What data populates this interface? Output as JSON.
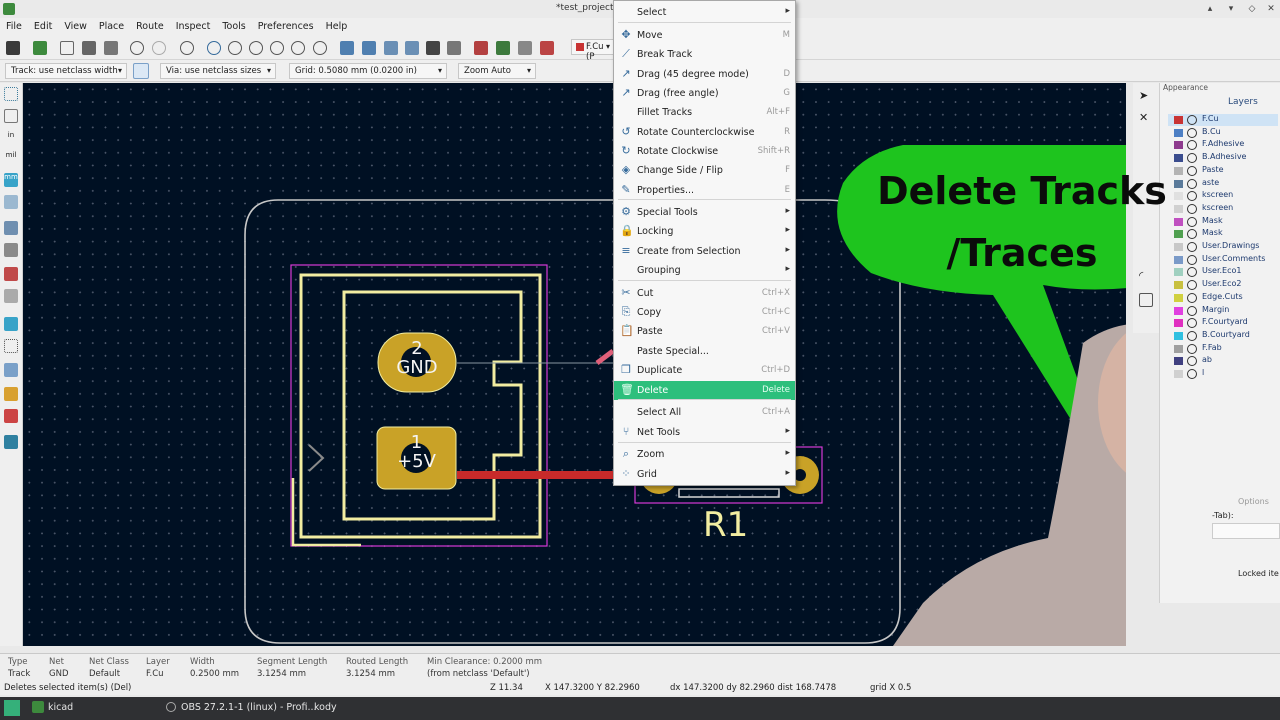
{
  "window": {
    "title": "*test_project"
  },
  "menu": [
    "File",
    "Edit",
    "View",
    "Place",
    "Route",
    "Inspect",
    "Tools",
    "Preferences",
    "Help"
  ],
  "optbar": {
    "track": "Track: use netclass width",
    "via": "Via: use netclass sizes",
    "grid": "Grid: 0.5080 mm (0.0200 in)",
    "zoom": "Zoom Auto",
    "layer": "F.Cu (P"
  },
  "board": {
    "pad2": {
      "number": "2",
      "net": "GND"
    },
    "pad1": {
      "number": "1",
      "net": "+5V"
    },
    "ref": "R1"
  },
  "context_menu": [
    {
      "label": "Select",
      "shortcut": "",
      "submenu": true,
      "icon": ""
    },
    {
      "label": "Move",
      "shortcut": "M",
      "submenu": false,
      "icon": "move-icon"
    },
    {
      "label": "Break Track",
      "shortcut": "",
      "submenu": false,
      "icon": "break-track-icon"
    },
    {
      "label": "Drag (45 degree mode)",
      "shortcut": "D",
      "submenu": false,
      "icon": "drag-45-icon"
    },
    {
      "label": "Drag (free angle)",
      "shortcut": "G",
      "submenu": false,
      "icon": "drag-free-icon"
    },
    {
      "label": "Fillet Tracks",
      "shortcut": "Alt+F",
      "submenu": false,
      "icon": ""
    },
    {
      "label": "Rotate Counterclockwise",
      "shortcut": "R",
      "submenu": false,
      "icon": "rotate-ccw-icon"
    },
    {
      "label": "Rotate Clockwise",
      "shortcut": "Shift+R",
      "submenu": false,
      "icon": "rotate-cw-icon"
    },
    {
      "label": "Change Side / Flip",
      "shortcut": "F",
      "submenu": false,
      "icon": "flip-icon"
    },
    {
      "label": "Properties...",
      "shortcut": "E",
      "submenu": false,
      "icon": "properties-icon"
    },
    {
      "label": "Special Tools",
      "shortcut": "",
      "submenu": true,
      "icon": "special-tools-icon"
    },
    {
      "label": "Locking",
      "shortcut": "",
      "submenu": true,
      "icon": "lock-icon"
    },
    {
      "label": "Create from Selection",
      "shortcut": "",
      "submenu": true,
      "icon": "create-from-selection-icon"
    },
    {
      "label": "Grouping",
      "shortcut": "",
      "submenu": true,
      "icon": ""
    },
    {
      "label": "Cut",
      "shortcut": "Ctrl+X",
      "submenu": false,
      "icon": "cut-icon"
    },
    {
      "label": "Copy",
      "shortcut": "Ctrl+C",
      "submenu": false,
      "icon": "copy-icon"
    },
    {
      "label": "Paste",
      "shortcut": "Ctrl+V",
      "submenu": false,
      "icon": "paste-icon"
    },
    {
      "label": "Paste Special...",
      "shortcut": "",
      "submenu": false,
      "icon": ""
    },
    {
      "label": "Duplicate",
      "shortcut": "Ctrl+D",
      "submenu": false,
      "icon": "duplicate-icon"
    },
    {
      "label": "Delete",
      "shortcut": "Delete",
      "submenu": false,
      "icon": "trash-icon",
      "highlighted": true
    },
    {
      "label": "Select All",
      "shortcut": "Ctrl+A",
      "submenu": false,
      "icon": ""
    },
    {
      "label": "Net Tools",
      "shortcut": "",
      "submenu": true,
      "icon": "net-tools-icon"
    },
    {
      "label": "Zoom",
      "shortcut": "",
      "submenu": true,
      "icon": "zoom-icon"
    },
    {
      "label": "Grid",
      "shortcut": "",
      "submenu": true,
      "icon": "grid-icon"
    }
  ],
  "appearance": {
    "header": "Appearance",
    "tab": "Layers",
    "layers": [
      {
        "name": "F.Cu",
        "color": "#c83434"
      },
      {
        "name": "B.Cu",
        "color": "#4d7fc4"
      },
      {
        "name": "F.Adhesive",
        "color": "#8e3b8e"
      },
      {
        "name": "B.Adhesive",
        "color": "#3b4d8e"
      },
      {
        "name": "Paste",
        "color": "#b4b4b4"
      },
      {
        "name": "aste",
        "color": "#5a7a9a"
      },
      {
        "name": "kscreen",
        "color": "#e0e0e0"
      },
      {
        "name": "kscreen",
        "color": "#d0d0d0"
      },
      {
        "name": "Mask",
        "color": "#c050c0"
      },
      {
        "name": "Mask",
        "color": "#50a050"
      },
      {
        "name": "User.Drawings",
        "color": "#c8c8c8"
      },
      {
        "name": "User.Comments",
        "color": "#7a9ac8"
      },
      {
        "name": "User.Eco1",
        "color": "#a0d0c0"
      },
      {
        "name": "User.Eco2",
        "color": "#c8c040"
      },
      {
        "name": "Edge.Cuts",
        "color": "#d0d040"
      },
      {
        "name": "Margin",
        "color": "#e040e0"
      },
      {
        "name": "F.Courtyard",
        "color": "#e030c0"
      },
      {
        "name": "B.Courtyard",
        "color": "#30c0e0"
      },
      {
        "name": "F.Fab",
        "color": "#a0a0a0"
      },
      {
        "name": "ab",
        "color": "#404080"
      },
      {
        "name": "l",
        "color": "#d0d0d0"
      }
    ],
    "options_label": "Options",
    "tab_label": "-Tab):",
    "locked_label": "Locked ite"
  },
  "status": {
    "type_label": "Type",
    "type_value": "Track",
    "net_label": "Net",
    "net_value": "GND",
    "netclass_label": "Net Class",
    "netclass_value": "Default",
    "layer_label": "Layer",
    "layer_value": "F.Cu",
    "width_label": "Width",
    "width_value": "0.2500 mm",
    "seglen_label": "Segment Length",
    "seglen_value": "3.1254 mm",
    "routed_label": "Routed Length",
    "routed_value": "3.1254 mm",
    "clearance_label": "Min Clearance: 0.2000 mm",
    "clearance_value": "(from netclass 'Default')",
    "message": "Deletes selected item(s) (Del)",
    "z": "Z 11.34",
    "xy": "X 147.3200  Y 82.2960",
    "dxdy": "dx 147.3200  dy 82.2960  dist 168.7478",
    "grid": "grid X 0.5"
  },
  "taskbar": {
    "kicad": "kicad",
    "obs": "OBS 27.2.1-1 (linux) - Profi...",
    "user": "kody"
  },
  "overlay": {
    "line1": "Delete Tracks",
    "line2": "/Traces",
    "bubble_color": "#1ec41e"
  },
  "colors": {
    "canvas": "#001023",
    "silk": "#f2eda1",
    "pad": "#c9a227",
    "courtyard": "#d63ad6",
    "track": "#c82a2a",
    "highlight": "#2dbf7c"
  }
}
